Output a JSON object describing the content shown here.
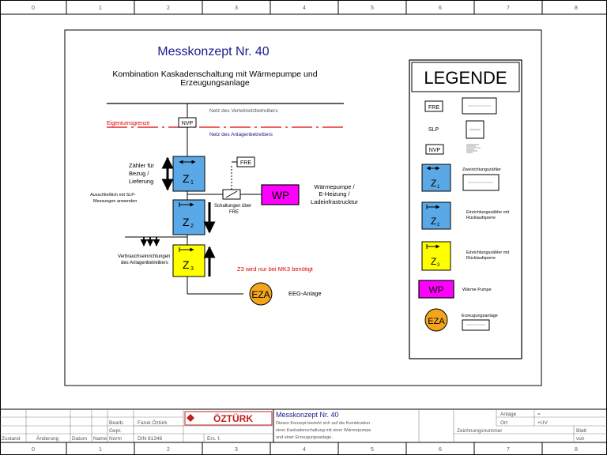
{
  "frame": {
    "columns": [
      "0",
      "1",
      "2",
      "3",
      "4",
      "5",
      "6",
      "7",
      "8"
    ]
  },
  "diagram": {
    "title": "Messkonzept Nr. 40",
    "subtitle_line1": "Kombination Kaskadenschaltung mit Wärmepumpe und",
    "subtitle_line2": "Erzeugungsanlage",
    "grid_label": "Netz des Verteilnetzbetreibers",
    "ownership_label": "Eigentumsgrenze",
    "nvp_label": "NVP",
    "plant_net_label": "Netz des Anlagenbetreibers",
    "meter_note_line1": "Zähler für",
    "meter_note_line2": "Bezug /",
    "meter_note_line3": "Lieferung",
    "slp_note_line1": "Ausschließlich mit SLP-",
    "slp_note_line2": "Messungen anwenden",
    "fre_label": "FRE",
    "switch_note_line1": "Schaltungen über",
    "switch_note_line2": "FRE",
    "wp_label": "WP",
    "wp_desc_line1": "Wärmepumpe /",
    "wp_desc_line2": "E-Heizung /",
    "wp_desc_line3": "Ladeinfrastrucktur",
    "z1_main": "Z",
    "z1_sub": "1",
    "z2_main": "Z",
    "z2_sub": "2",
    "z3_main": "Z",
    "z3_sub": "3",
    "consumer_note_line1": "Verbrauchseinrichtungen",
    "consumer_note_line2": "des Anlagenbetreibers",
    "z3_note": "Z3 wird nur bei MK3 benötigt",
    "eza_label": "EZA",
    "eeg_label": "EEG-Anlage"
  },
  "legend": {
    "title": "LEGENDE",
    "fre": "FRE",
    "slp": "SLP",
    "nvp": "NVP",
    "z1_desc": "Zweirichtungszähler",
    "z2_desc_line1": "Einrichtungszähler mit",
    "z2_desc_line2": "Rücklaufsperre",
    "z3_desc_line1": "Einrichtungszähler mit",
    "z3_desc_line2": "Rücklaufsperre",
    "wp_desc": "Wärme Pumpe",
    "eza_desc": "Erzeugungsanlage"
  },
  "title_block": {
    "bearb_label": "Bearb.",
    "bearb_name": "Faruk Öztürk",
    "gepr_label": "Gepr.",
    "norm_label": "Norm",
    "norm_value": "DIN 81346",
    "zustand": "Zustand",
    "aenderung": "Änderung",
    "datum": "Datum",
    "name": "Name",
    "ers": "Ers. f.",
    "logo_text": "ÖZTÜRK",
    "doc_title": "Messkonzept Nr. 40",
    "desc_line1": "Dieses Konzept besieht sich auf die Kombination",
    "desc_line2": "einer Kaskadenschaltung mit einer Wärmepumpe",
    "desc_line3": "und einer Erzeugungsanlage.",
    "anlage_label": "Anlage",
    "anlage_value": "=",
    "ort_label": "Ort",
    "ort_value": "+UV",
    "zeichnung_label": "Zeichnungsnummer",
    "blatt_label": "Blatt",
    "von_label": "von"
  },
  "colors": {
    "blue": "#5aa9e6",
    "yellow": "#ffff00",
    "magenta": "#ff00ff",
    "orange": "#f5a51c",
    "title_blue": "#1a1a8c",
    "red": "#e00000"
  }
}
